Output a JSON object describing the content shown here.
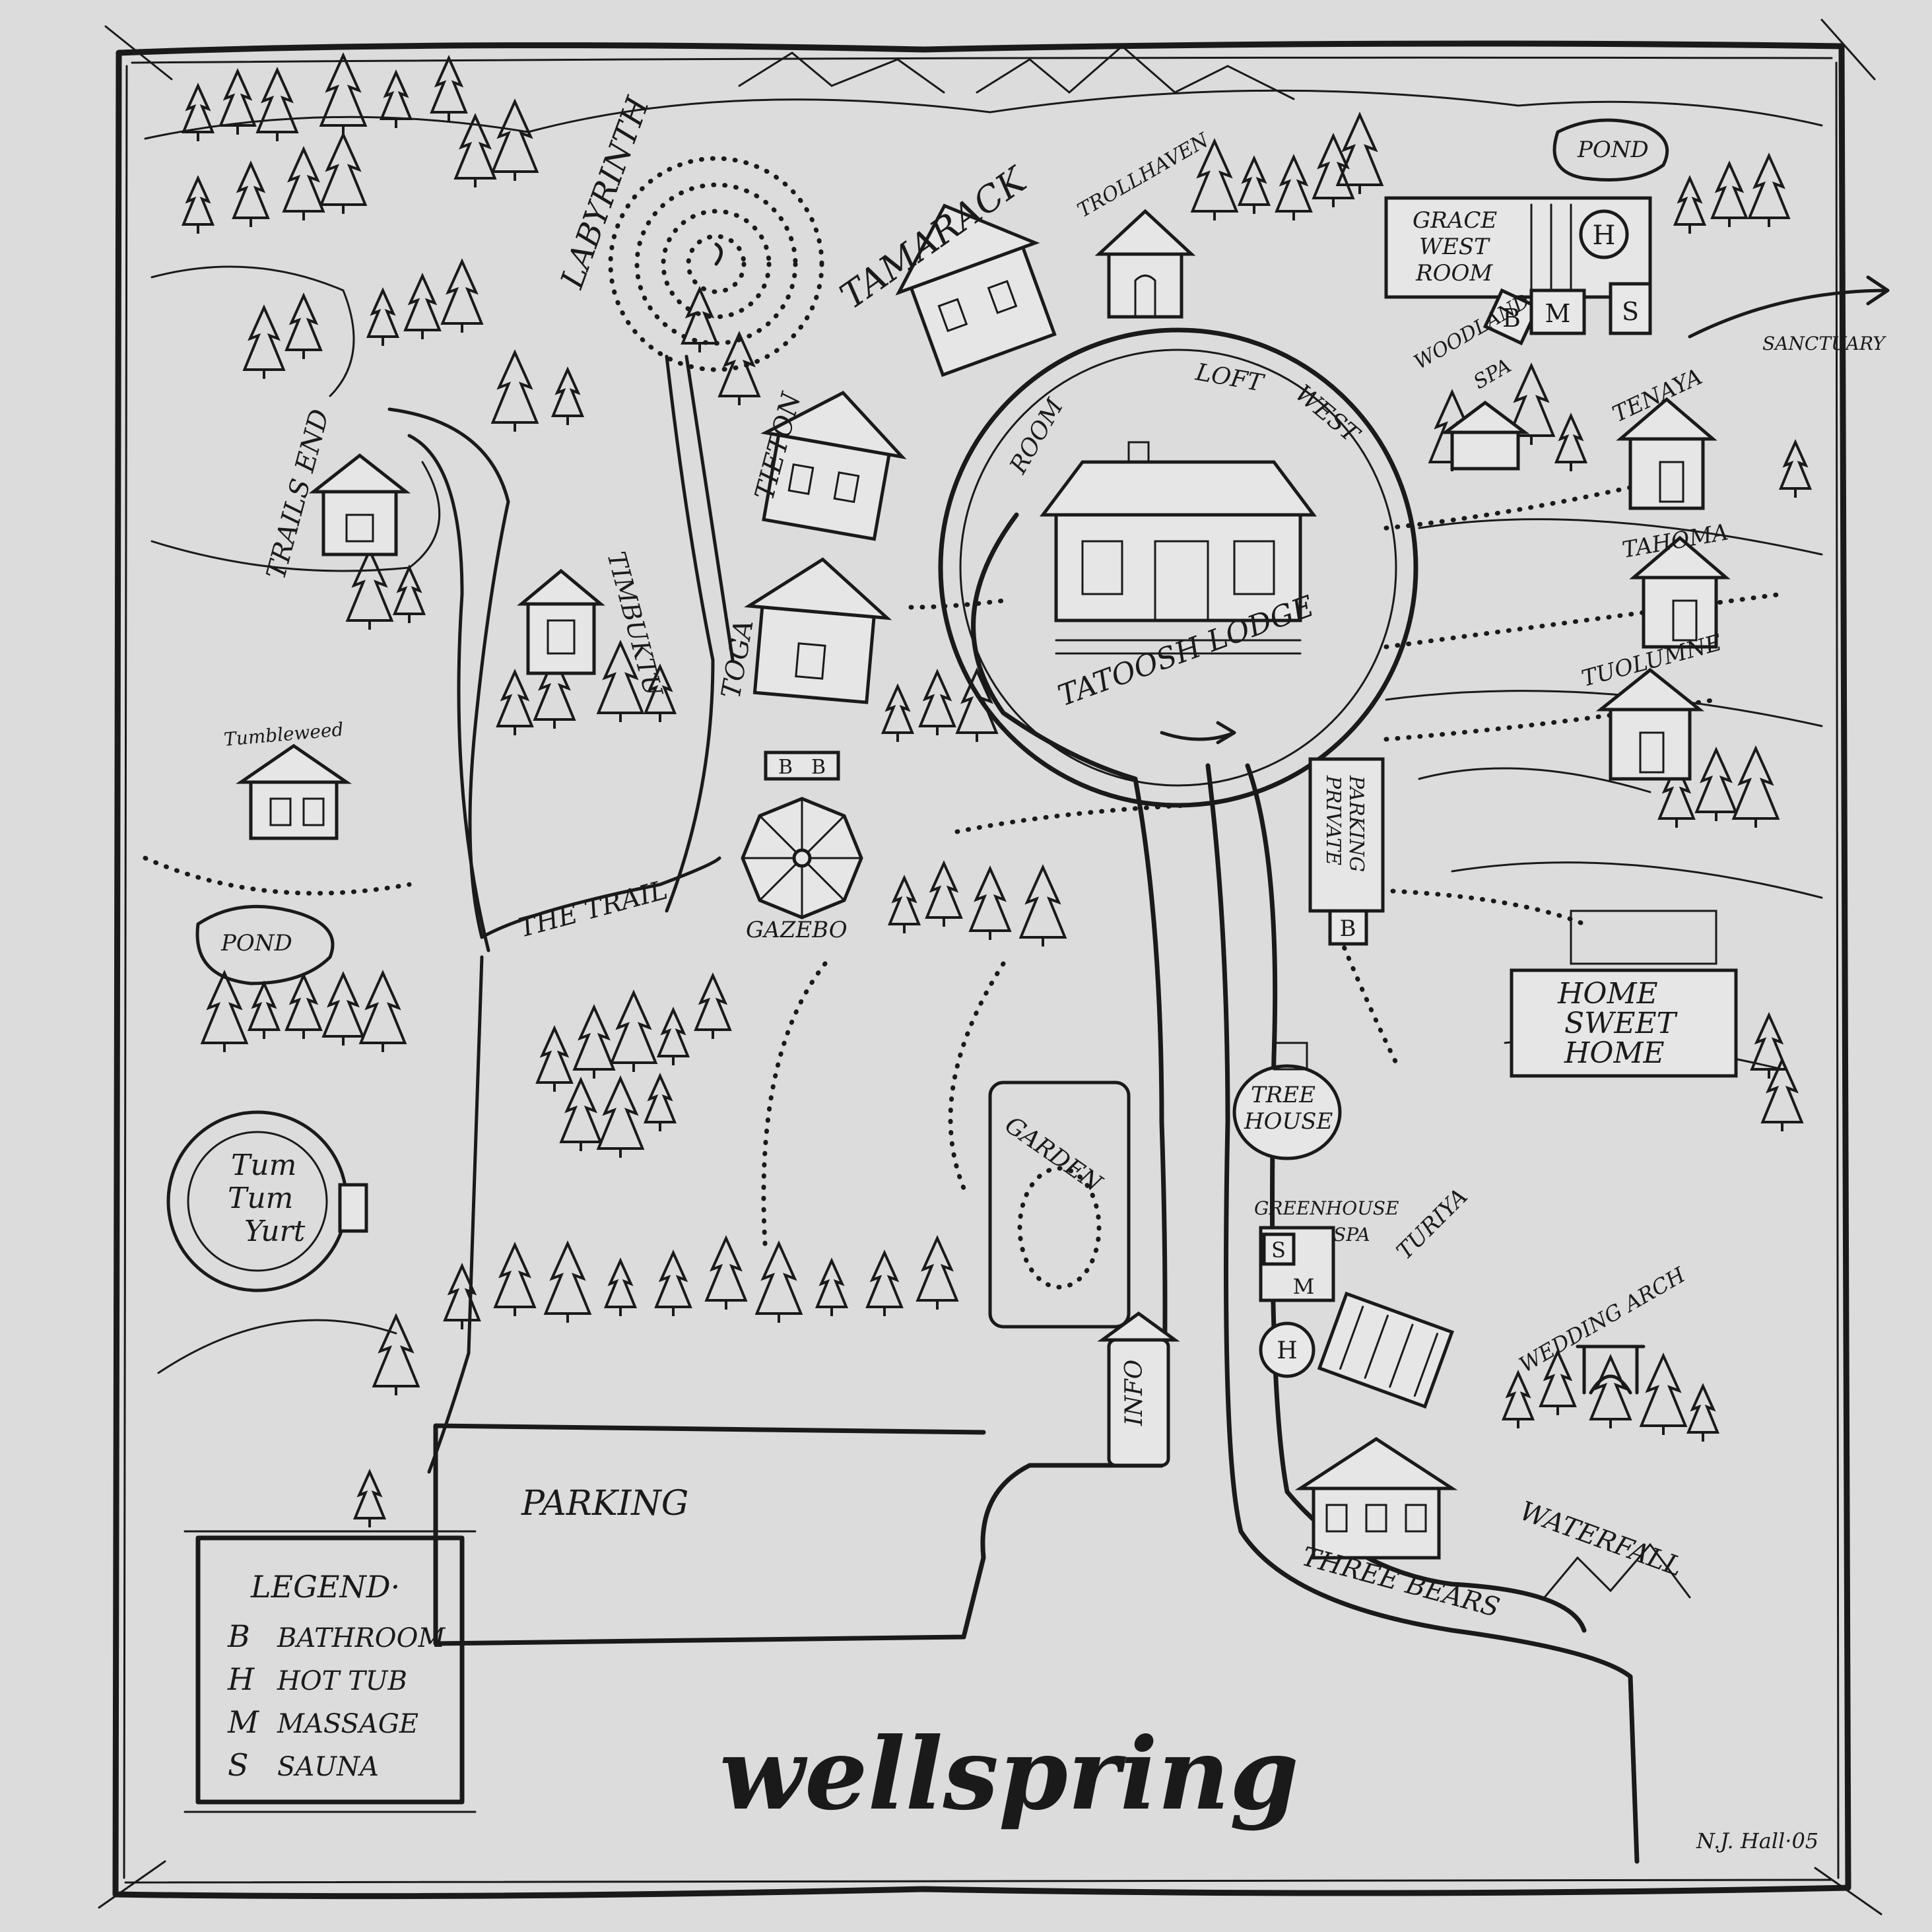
{
  "title": "wellspring",
  "signature": "N.J. Hall·05",
  "colors": {
    "paper": "#dcdcdc",
    "ink": "#1a1a1a"
  },
  "labels": {
    "labyrinth": "LABYRINTH",
    "tamarack": "TAMARACK",
    "trollhaven": "TROLLHAVEN",
    "pond_top": "POND",
    "grace_west_room": [
      "GRACE",
      "WEST",
      "ROOM"
    ],
    "sanctuary": "SANCTUARY",
    "woodland_spa": [
      "WOODLAND",
      "SPA"
    ],
    "room": "ROOM",
    "loft": "LOFT",
    "west": "WEST",
    "tatoosh_lodge": "TATOOSH LODGE",
    "tenaya": "TENAYA",
    "tahoma": "TAHOMA",
    "tuolumne": "TUOLUMNE",
    "tieton": "TIETON",
    "trails_end": "TRAILS END",
    "timbuktu": "TIMBUKTU",
    "toga": "TOGA",
    "tumbleweed": "Tumbleweed",
    "private_parking": [
      "PRIVATE",
      "PARKING"
    ],
    "the_trail": "THE TRAIL",
    "gazebo": "GAZEBO",
    "pond_left": "POND",
    "home_sweet_home": [
      "HOME",
      "SWEET",
      "HOME"
    ],
    "tree_house": [
      "TREE",
      "HOUSE"
    ],
    "garden": "GARDEN",
    "greenhouse_spa": [
      "GREENHOUSE",
      "SPA"
    ],
    "turiya": "TURIYA",
    "tum_tum_yurt": [
      "Tum",
      "Tum",
      "Yurt"
    ],
    "wedding_arch": "WEDDING ARCH",
    "info": "INFO",
    "parking": "PARKING",
    "three_bears": "THREE BEARS",
    "waterfall": "WATERFALL"
  },
  "legend": {
    "title": "LEGEND·",
    "items": [
      {
        "key": "B",
        "label": "BATHROOM"
      },
      {
        "key": "H",
        "label": "HOT TUB"
      },
      {
        "key": "M",
        "label": "MASSAGE"
      },
      {
        "key": "S",
        "label": "SAUNA"
      }
    ]
  },
  "amenity_icons": {
    "b": "B",
    "h": "H",
    "m": "M",
    "s": "S"
  }
}
